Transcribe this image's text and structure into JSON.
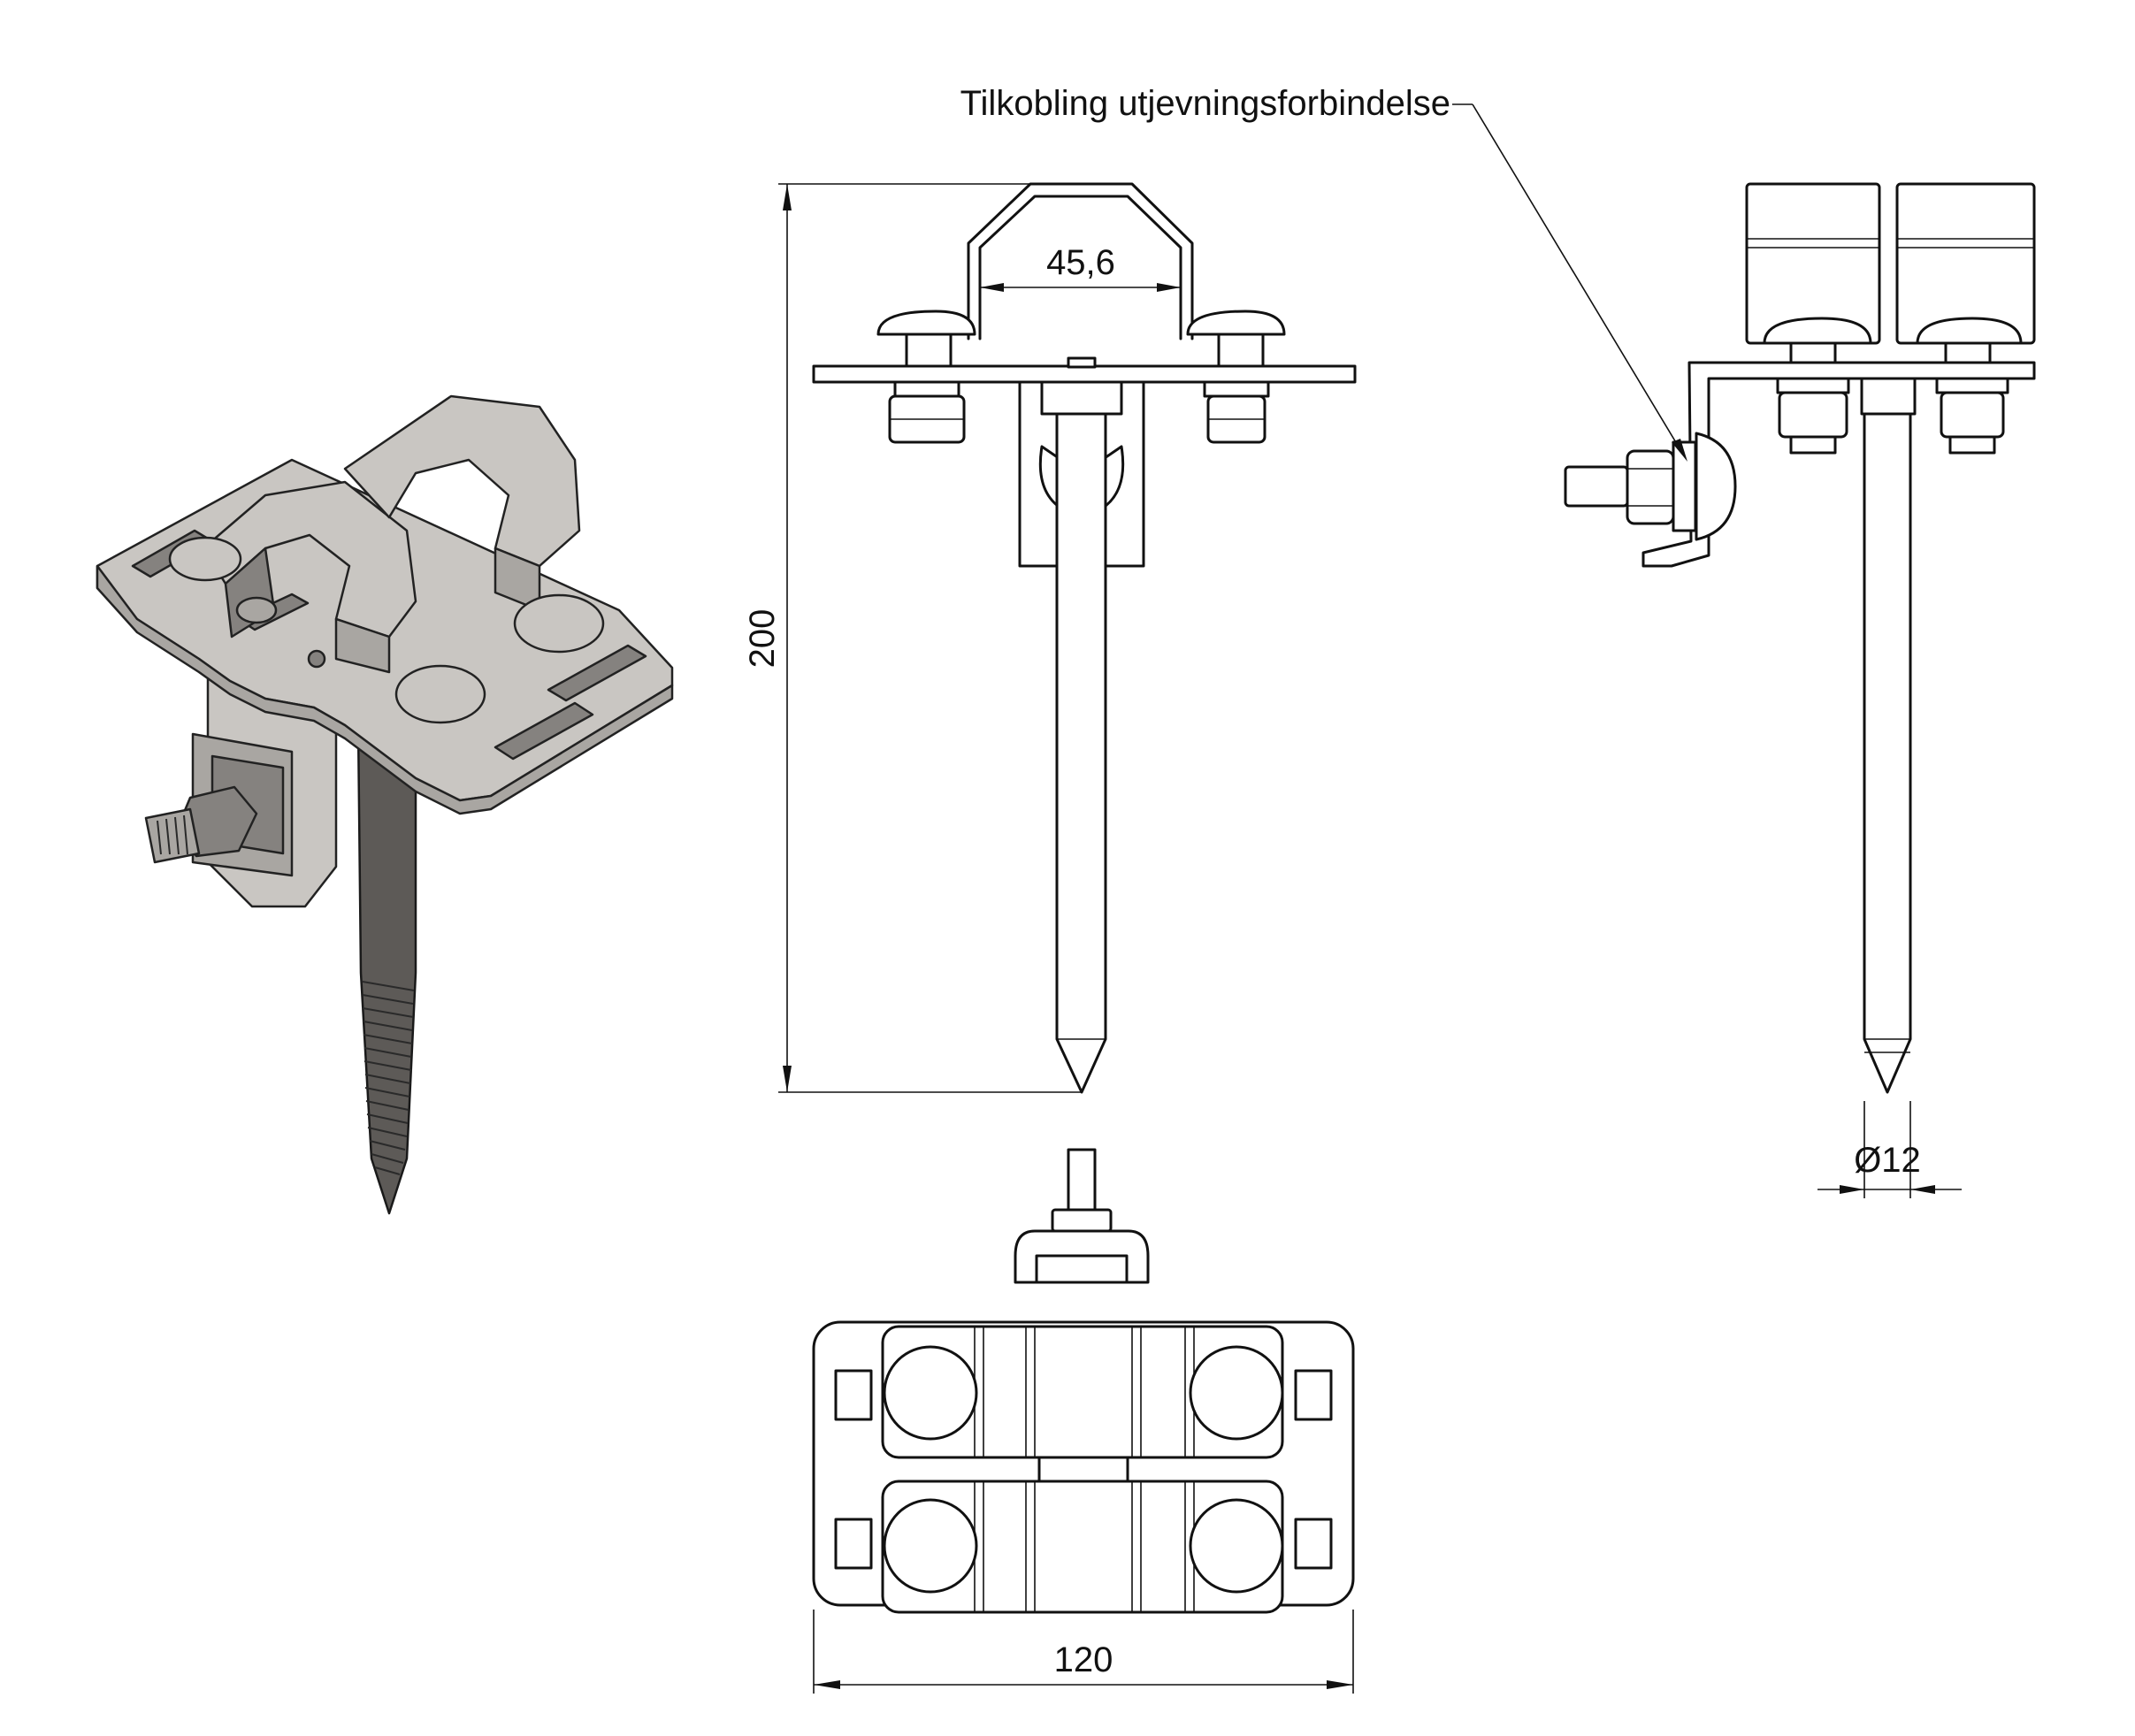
{
  "labels": {
    "connection_callout": "Tilkobling utjevningsforbindelse",
    "dim_width_top": "45,6",
    "dim_height": "200",
    "dim_diameter": "Ø12",
    "dim_width_base": "120"
  },
  "colors": {
    "line": "#111111",
    "metal_light": "#c9c6c2",
    "metal_mid": "#a9a6a2",
    "metal_dark": "#85827f",
    "rod": "#5d5a57",
    "background": "#ffffff"
  }
}
